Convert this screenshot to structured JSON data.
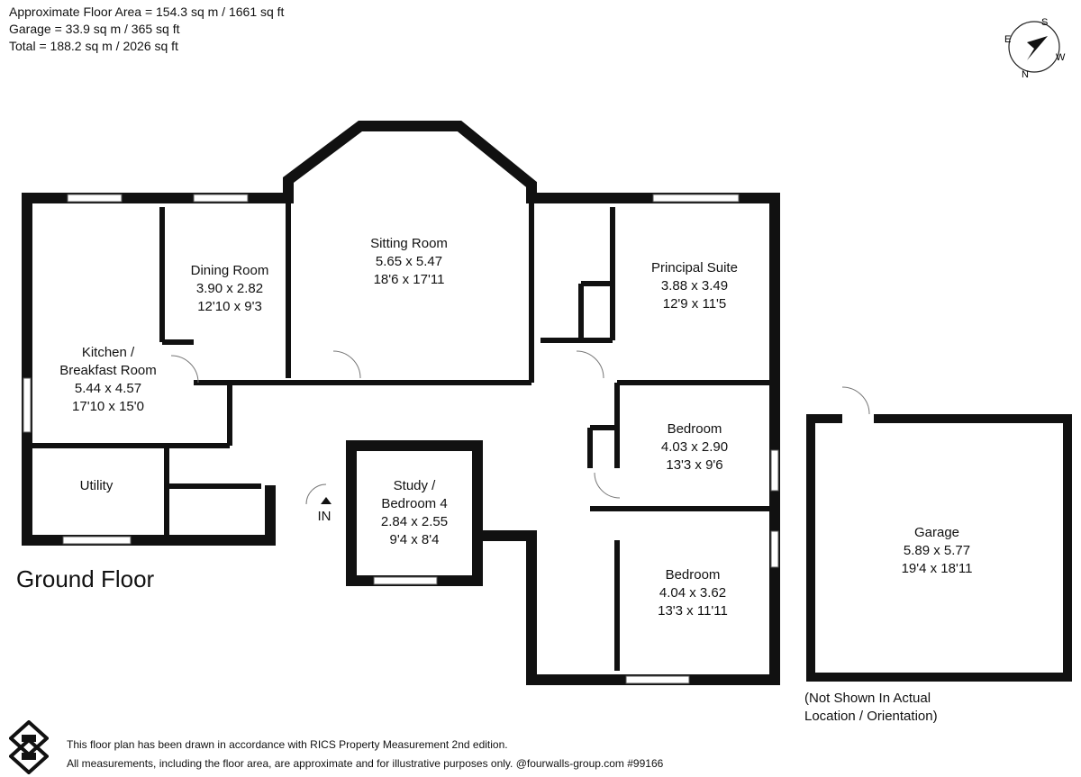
{
  "header": {
    "area_line1": "Approximate Floor Area = 154.3 sq m / 1661 sq ft",
    "area_line2": "Garage = 33.9 sq m / 365 sq ft",
    "area_line3": "Total = 188.2 sq m / 2026 sq ft"
  },
  "compass": {
    "s": "S",
    "e": "E",
    "w": "W",
    "n": "N"
  },
  "rooms": {
    "sitting": {
      "name": "Sitting Room",
      "metric": "5.65 x 5.47",
      "imperial": "18'6 x 17'11"
    },
    "dining": {
      "name": "Dining Room",
      "metric": "3.90 x 2.82",
      "imperial": "12'10 x 9'3"
    },
    "kitchen": {
      "name1": "Kitchen /",
      "name2": "Breakfast Room",
      "metric": "5.44 x 4.57",
      "imperial": "17'10 x 15'0"
    },
    "utility": {
      "name": "Utility"
    },
    "principal": {
      "name": "Principal Suite",
      "metric": "3.88 x 3.49",
      "imperial": "12'9 x 11'5"
    },
    "bedroom1": {
      "name": "Bedroom",
      "metric": "4.03 x 2.90",
      "imperial": "13'3 x 9'6"
    },
    "bedroom2": {
      "name": "Bedroom",
      "metric": "4.04 x 3.62",
      "imperial": "13'3 x 11'11"
    },
    "study": {
      "name1": "Study /",
      "name2": "Bedroom 4",
      "metric": "2.84 x 2.55",
      "imperial": "9'4 x 8'4"
    },
    "garage": {
      "name": "Garage",
      "metric": "5.89 x 5.77",
      "imperial": "19'4 x 18'11"
    }
  },
  "entrance_label": "IN",
  "floor_title": "Ground Floor",
  "garage_note": {
    "line1": "(Not Shown In Actual",
    "line2": "Location / Orientation)"
  },
  "footer": {
    "line1": "This floor plan has been drawn in accordance with RICS Property Measurement 2nd edition.",
    "line2": "All measurements, including the floor area, are approximate and for illustrative purposes only. @fourwalls-group.com #99166"
  }
}
